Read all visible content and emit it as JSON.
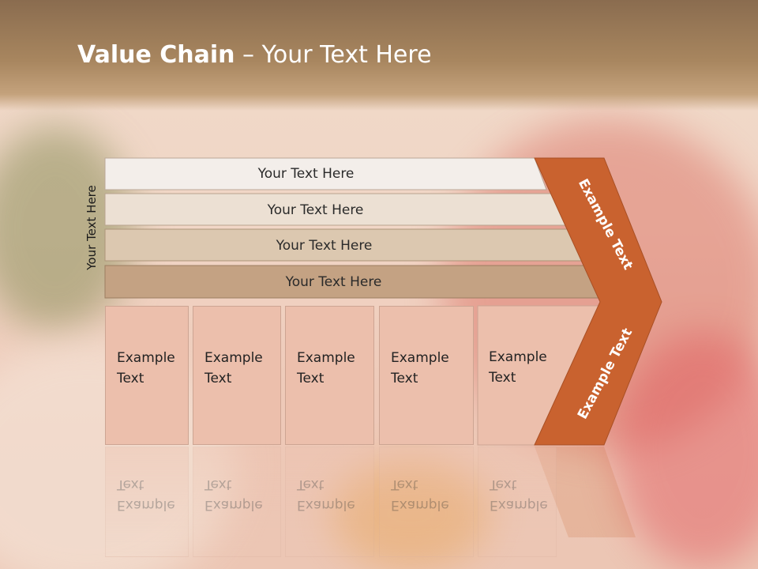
{
  "title": {
    "bold": "Value Chain",
    "rest": " – Your Text Here"
  },
  "vertical_label": "Your Text Here",
  "bands": [
    "Your Text Here",
    "Your Text Here",
    "Your Text Here",
    "Your Text Here"
  ],
  "boxes": [
    {
      "line1": "Example",
      "line2": "Text"
    },
    {
      "line1": "Example",
      "line2": "Text"
    },
    {
      "line1": "Example",
      "line2": "Text"
    },
    {
      "line1": "Example",
      "line2": "Text"
    },
    {
      "line1": "Example",
      "line2": "Text"
    }
  ],
  "chevron": {
    "upper_label": "Example Text",
    "lower_label": "Example Text"
  },
  "colors": {
    "title_band": "#9c7b58",
    "chevron": "#c9622f",
    "band_1": "#f3eeea",
    "band_2": "#ece0d3",
    "band_3": "#dcc8b0",
    "band_4": "#c4a283",
    "box": "#ecbfac"
  }
}
